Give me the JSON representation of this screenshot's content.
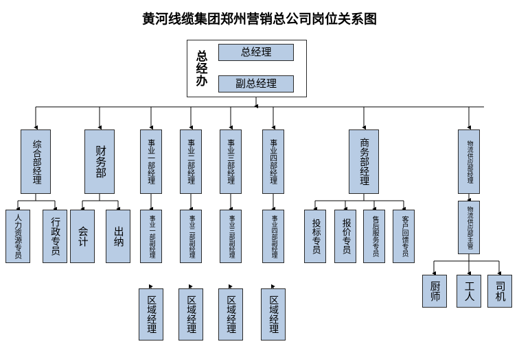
{
  "title": "黄河线缆集团郑州营销总公司岗位关系图",
  "top_group": {
    "side_label": "总经办",
    "nodes": [
      {
        "id": "gm",
        "label": "总经理"
      },
      {
        "id": "dgm",
        "label": "副总经理"
      }
    ]
  },
  "level2": [
    {
      "id": "l2-1",
      "label": "综合部经理"
    },
    {
      "id": "l2-2",
      "label": "财务部"
    },
    {
      "id": "l2-3",
      "label": "事业一部经理"
    },
    {
      "id": "l2-4",
      "label": "事业二部经理"
    },
    {
      "id": "l2-5",
      "label": "事业三部经理"
    },
    {
      "id": "l2-6",
      "label": "事业四部经理"
    },
    {
      "id": "l2-7",
      "label": "商务部经理"
    },
    {
      "id": "l2-8",
      "label": "物流供应部经理"
    }
  ],
  "level3": [
    {
      "id": "l3-1",
      "label": "人力资源专员"
    },
    {
      "id": "l3-2",
      "label": "行政专员"
    },
    {
      "id": "l3-3",
      "label": "会计"
    },
    {
      "id": "l3-4",
      "label": "出纳"
    },
    {
      "id": "l3-5",
      "label": "事业一部副经理"
    },
    {
      "id": "l3-6",
      "label": "事业二部副经理"
    },
    {
      "id": "l3-7",
      "label": "事业三部副经理"
    },
    {
      "id": "l3-8",
      "label": "事业四部副经理"
    },
    {
      "id": "l3-9",
      "label": "投标专员"
    },
    {
      "id": "l3-10",
      "label": "报价专员"
    },
    {
      "id": "l3-11",
      "label": "售后服务专员"
    },
    {
      "id": "l3-12",
      "label": "客户回馈专员"
    },
    {
      "id": "l3-13",
      "label": "物流供应部主管"
    }
  ],
  "level4": [
    {
      "id": "l4-1",
      "label": "区域经理"
    },
    {
      "id": "l4-2",
      "label": "区域经理"
    },
    {
      "id": "l4-3",
      "label": "区域经理"
    },
    {
      "id": "l4-4",
      "label": "区域经理"
    },
    {
      "id": "l4-5",
      "label": "厨师"
    },
    {
      "id": "l4-6",
      "label": "工人"
    },
    {
      "id": "l4-7",
      "label": "司机"
    }
  ],
  "style": {
    "node_fill": "#b8cce4",
    "node_border": "#2a2a2a",
    "connector_color": "#000000",
    "text_color": "#000000",
    "background": "#ffffff"
  }
}
